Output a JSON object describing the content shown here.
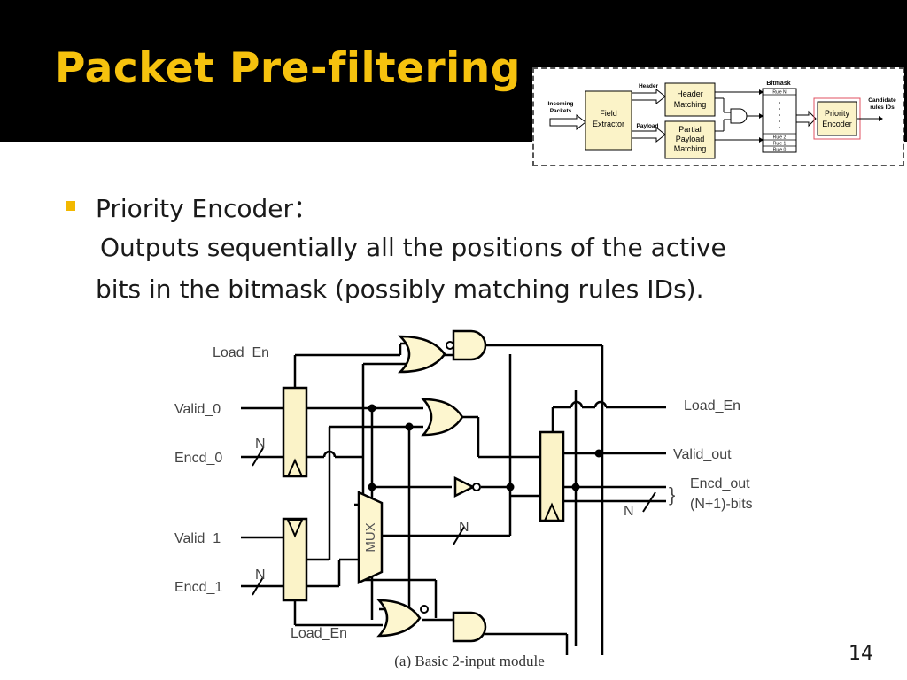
{
  "slide": {
    "title": "Packet Pre-filtering",
    "bullet": {
      "title": "Priority Encoder：",
      "line1": "Outputs sequentially all the positions of the active",
      "line2": "bits in the bitmask (possibly matching rules IDs)."
    },
    "slide_number": "14"
  },
  "inset_diagram": {
    "incoming_packets_1": "Incoming",
    "incoming_packets_2": "Packets",
    "field_extractor_1": "Field",
    "field_extractor_2": "Extractor",
    "header": "Header",
    "payload": "Payload",
    "header_matching_1": "Header",
    "header_matching_2": "Matching",
    "partial_1": "Partial",
    "partial_2": "Payload",
    "partial_3": "Matching",
    "bitmask": "Bitmask",
    "rule_n": "Rule N",
    "rule_2": "Rule 2",
    "rule_1": "Rule 1",
    "rule_0": "Rule 0",
    "priority_encoder_1": "Priority",
    "priority_encoder_2": "Encoder",
    "candidate_1": "Candidate",
    "candidate_2": "rules IDs"
  },
  "circuit": {
    "load_en_top": "Load_En",
    "valid_0": "Valid_0",
    "encd_0": "Encd_0",
    "valid_1": "Valid_1",
    "encd_1": "Encd_1",
    "load_en_bottom": "Load_En",
    "n": "N",
    "mux": "MUX",
    "load_en_out": "Load_En",
    "valid_out": "Valid_out",
    "encd_out": "Encd_out",
    "encd_out_bits": "(N+1)-bits",
    "brace": "}",
    "caption": "(a) Basic 2-input module"
  },
  "colors": {
    "title": "#f6c20e",
    "gate_fill": "#fdf6cf",
    "block_fill": "#fbf3c8",
    "pe_highlight": "#e05060"
  }
}
